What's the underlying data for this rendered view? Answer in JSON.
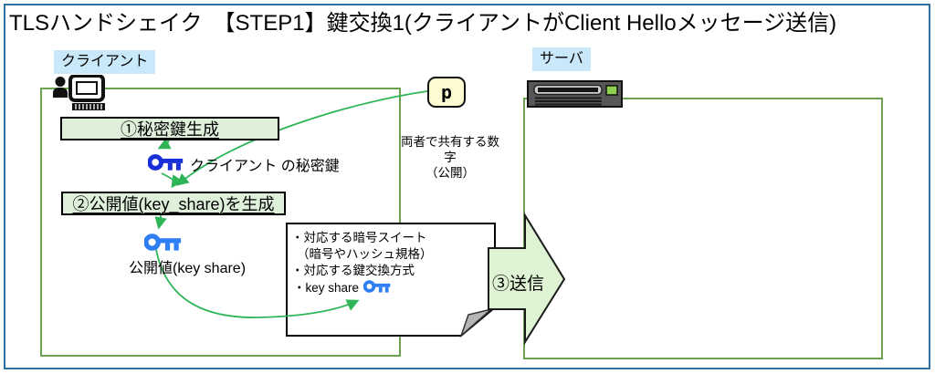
{
  "title": "TLSハンドシェイク　【STEP1】鍵交換1(クライアントがClient Helloメッセージ送信)",
  "client": {
    "label": "クライアント",
    "step1_label": "①秘密鍵生成",
    "secret_key_label": "クライアント の秘密鍵",
    "step2_label": "②公開値(key_share)を生成",
    "public_value_label": "公開値(key share)"
  },
  "server": {
    "label": "サーバ"
  },
  "shared_number": {
    "symbol": "p",
    "caption": "両者で共有する数字",
    "caption2": "（公開）"
  },
  "client_hello_note": {
    "line1": "・対応する暗号スイート",
    "line2": "（暗号やハッシュ規格）",
    "line3": "・対応する鍵交換方式",
    "line4": "・key share"
  },
  "send_arrow": {
    "label": "③送信"
  },
  "colors": {
    "frame_border": "#2d71a3",
    "actor_label_bg": "#c9e8f9",
    "region_border": "#6aa24f",
    "process_fill": "#dff0da",
    "connector_green": "#2eb558",
    "p_box_fill": "#fdfbd0",
    "note_fill": "#ffffff",
    "fold_gray": "#b5b5b5",
    "send_arrow_fill": "#def2d4",
    "secret_key_blue": "#1a2fd8",
    "public_key_blue": "#2e7ef5",
    "server_body_gray": "#575757",
    "server_led_green": "#8fd14f"
  }
}
